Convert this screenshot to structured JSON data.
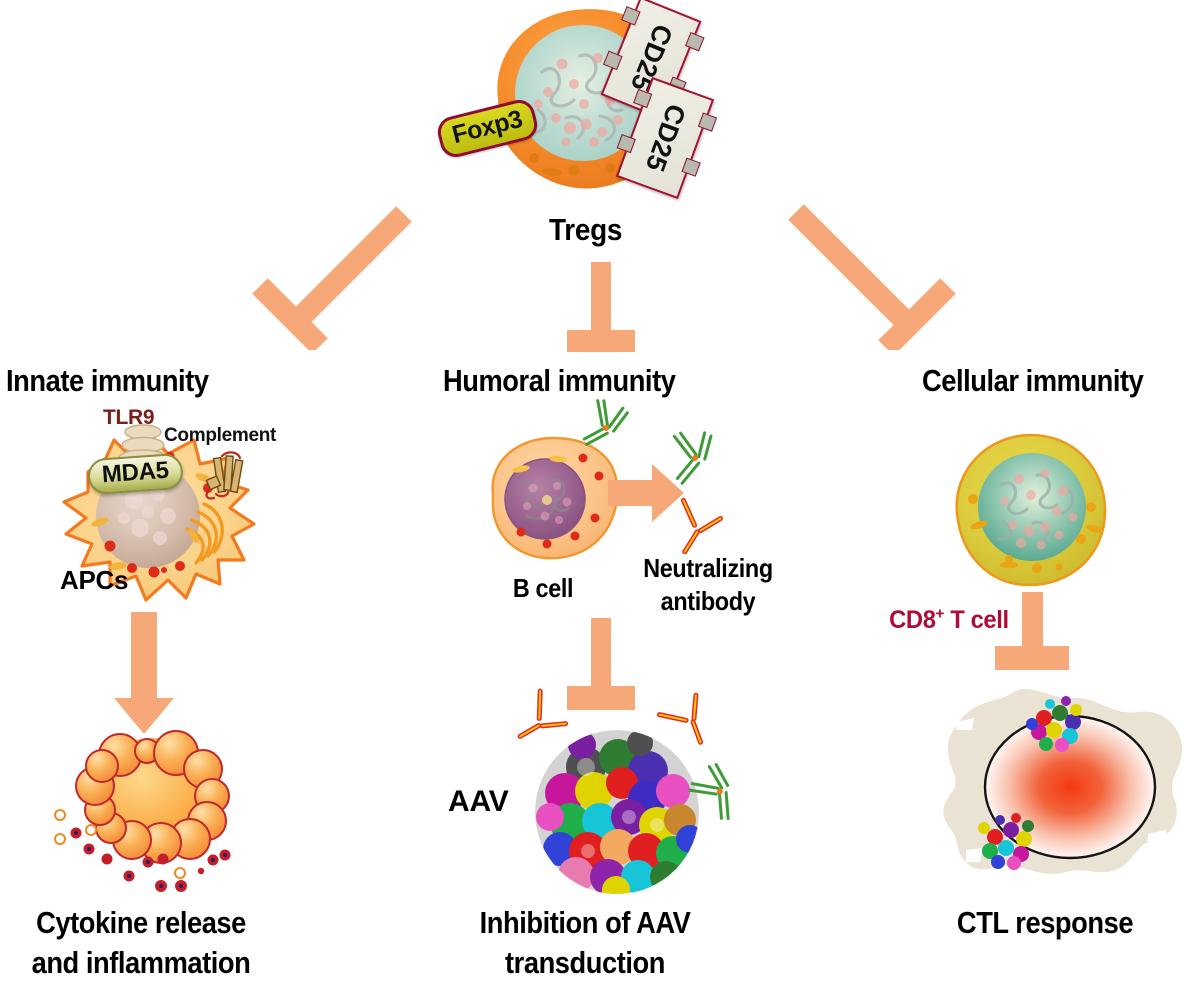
{
  "figure": {
    "title_node": "Tregs",
    "accent_arrow_color": "#F7A878",
    "cd8_label_color": "#B00B37",
    "tlr9_label_color": "#7B1E19",
    "foxp3_badge_color": "#CFCF18",
    "mda5_badge_color": "#BFC468"
  },
  "treg": {
    "cell_label": "Tregs",
    "marker_foxp3": "Foxp3",
    "marker_cd25_top": "CD25",
    "marker_cd25_bottom": "CD25"
  },
  "columns": [
    {
      "id": "innate",
      "heading": "Innate immunity",
      "cell_label": "APCs",
      "receptors": [
        "TLR9",
        "MDA5"
      ],
      "extra_label": "Complement",
      "outcome": "Cytokine release\nand inflammation",
      "outcome_line1": "Cytokine release",
      "outcome_line2": "and inflammation"
    },
    {
      "id": "humoral",
      "heading": "Humoral immunity",
      "cell_label": "B cell",
      "product_line1": "Neutralizing",
      "product_line2": "antibody",
      "virus_label": "AAV",
      "outcome_line1": "Inhibition of AAV",
      "outcome_line2": "transduction"
    },
    {
      "id": "cellular",
      "heading": "Cellular immunity",
      "cell_label_html": "CD8<sup>+</sup> T cell",
      "cell_label": "CD8+ T cell",
      "outcome_line1": "CTL response",
      "outcome_line2": ""
    }
  ],
  "arrows": {
    "treg_to_innate": "inhibition",
    "treg_to_humoral": "inhibition",
    "treg_to_cellular": "inhibition",
    "apc_to_cytokines": "activation",
    "bcell_to_antibody": "activation",
    "antibody_to_aav": "inhibition",
    "cd8_to_ctl": "inhibition"
  }
}
